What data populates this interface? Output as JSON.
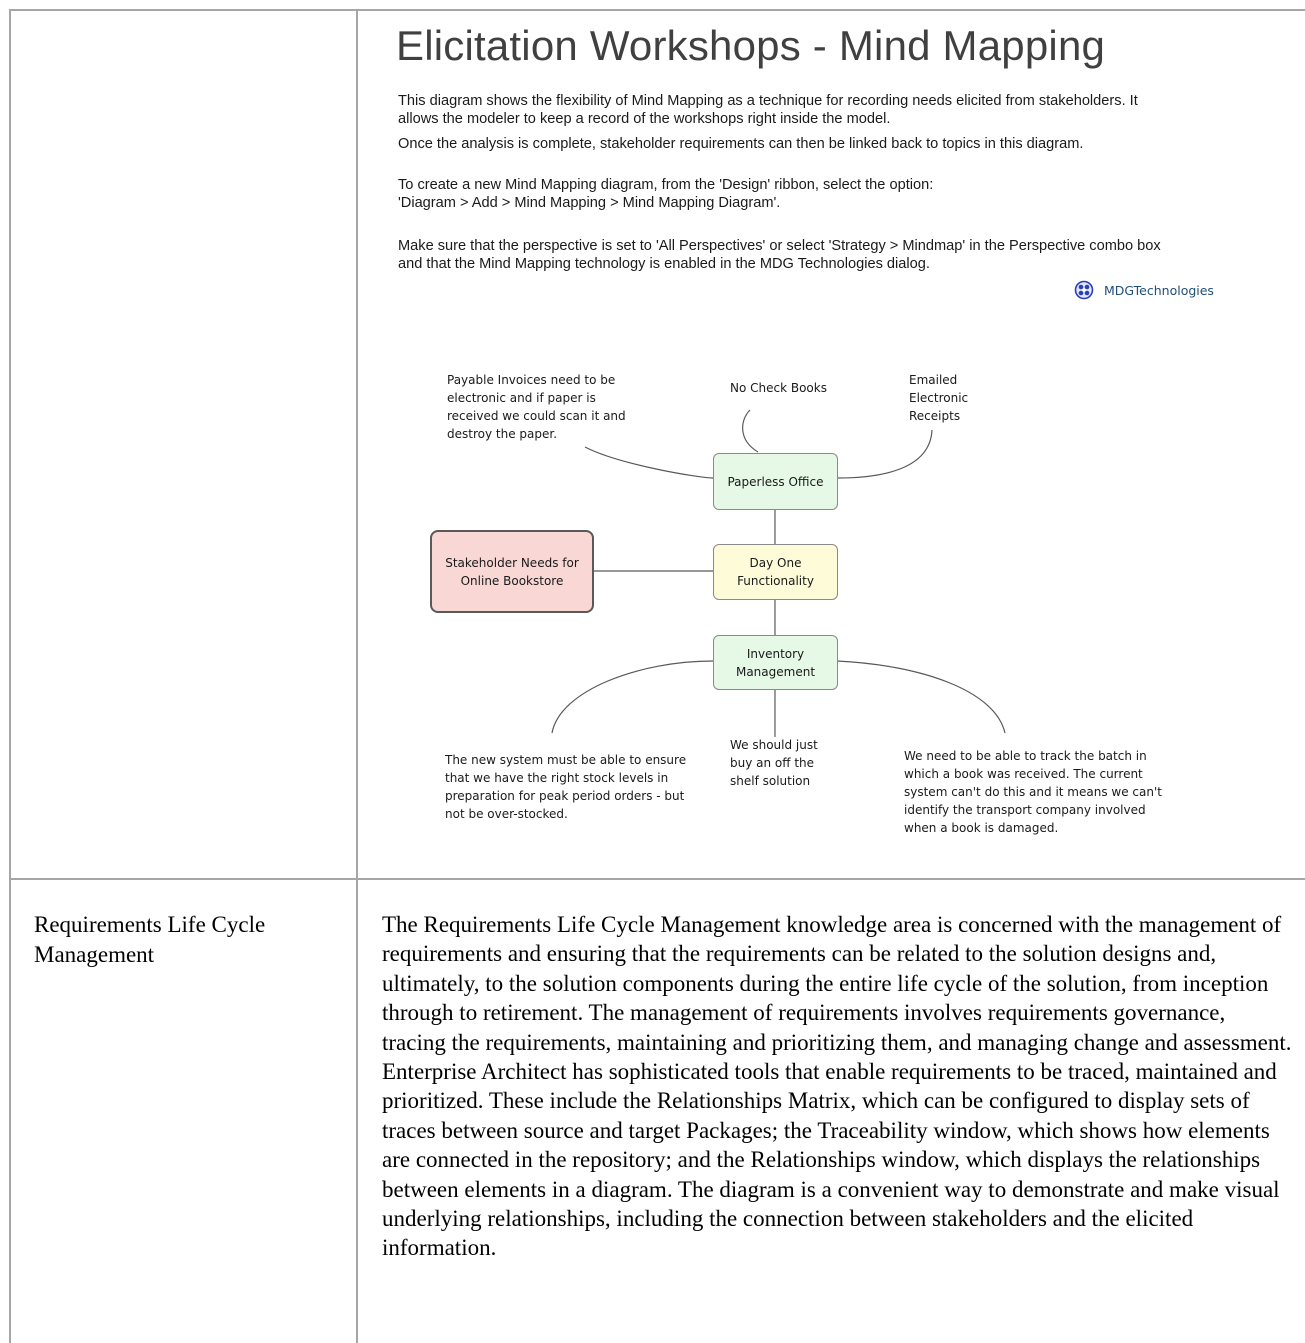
{
  "diagram": {
    "title": "Elicitation Workshops - Mind Mapping",
    "note_para1_lines": [
      "This diagram shows the flexibility of Mind Mapping as a technique for recording needs elicited from stakeholders.   It",
      "allows the modeler to keep a record of the workshops right inside the model.",
      "Once the analysis is complete, stakeholder requirements can then be linked back to topics in this diagram."
    ],
    "note_para2_lines": [
      "To create a new Mind Mapping diagram, from the 'Design' ribbon, select the option:",
      "'Diagram > Add > Mind Mapping > Mind Mapping Diagram'."
    ],
    "note_para3_lines": [
      "Make sure that the perspective is set to 'All Perspectives' or select 'Strategy > Mindmap' in the Perspective combo box",
      "and that the Mind Mapping technology is enabled in the MDG Technologies dialog."
    ],
    "mdg_link": "MDGTechnologies",
    "nodes": {
      "central": [
        "Stakeholder Needs for",
        "Online Bookstore"
      ],
      "paperless": "Paperless Office",
      "day_one": [
        "Day One",
        "Functionality"
      ],
      "inventory": [
        "Inventory",
        "Management"
      ]
    },
    "topics": {
      "payable": [
        "Payable Invoices need to be",
        "electronic and if paper is",
        "received we could scan it and",
        "destroy the paper."
      ],
      "no_check": "No Check Books",
      "emailed": [
        "Emailed",
        "Electronic",
        "Receipts"
      ],
      "stock": [
        "The new system must be able to ensure",
        "that we have the right stock levels in",
        "preparation for peak period orders - but",
        "not be over-stocked."
      ],
      "shelf": [
        "We should just",
        "buy an off the",
        "shelf solution"
      ],
      "batch": [
        "We need to be able to track the batch in",
        "which a book was received. The current",
        "system can't do this and it means we can't",
        "identify the transport company involved",
        "when a book is damaged."
      ]
    },
    "colors": {
      "central_fill": "#f8d7d4",
      "central_border": "#595959",
      "paperless_fill": "#e6f8e6",
      "day_one_fill": "#fdfbd8",
      "inventory_fill": "#e6f8e6",
      "branch_line": "#595959",
      "link_text": "#1f4e79"
    }
  },
  "table_row": {
    "label": "Requirements Life Cycle Management",
    "body": "The Requirements Life Cycle Management knowledge area is concerned with the management of requirements and ensuring that the requirements can be related to the solution designs and, ultimately, to the solution components during the entire life cycle of the solution, from inception through to retirement. The management of requirements involves requirements governance, tracing the requirements, maintaining and prioritizing them, and managing change and assessment. Enterprise Architect has sophisticated tools that enable requirements to be traced, maintained and prioritized. These include the Relationships Matrix, which can be configured to display sets of traces between source and target Packages; the Traceability window, which shows how elements are connected in the repository; and the Relationships window, which displays the relationships between elements in a diagram. The diagram is a convenient way to demonstrate and make visual underlying relationships, including the connection between stakeholders and the elicited information."
  }
}
